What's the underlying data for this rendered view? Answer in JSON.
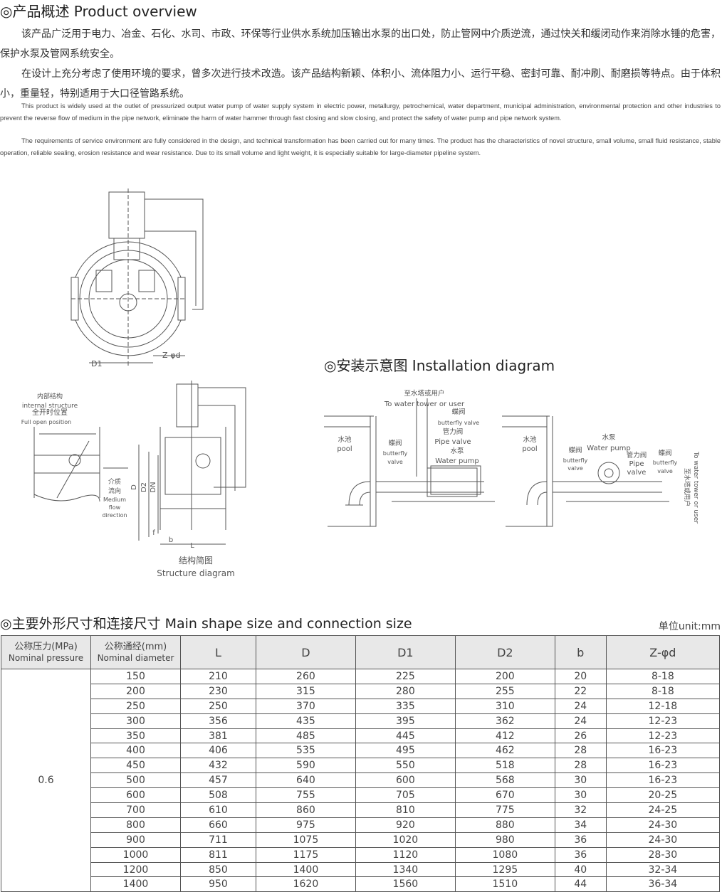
{
  "overview": {
    "title": "◎产品概述 Product overview",
    "cn": [
      "该产品广泛用于电力、冶金、石化、水司、市政、环保等行业供水系统加压输出水泵的出口处，防止管网中介质逆流，通过快关和缓闭动作来消除水锤的危害，保护水泵及管网系统安全。",
      "在设计上充分考虑了使用环境的要求，曾多次进行技术改造。该产品结构新颖、体积小、流体阻力小、运行平稳、密封可靠、耐冲刷、耐磨损等特点。由于体积小，重量轻，特别适用于大口径管路系统。"
    ],
    "en": [
      "This product is widely used at the outlet of pressurized output water pump of water supply system in electric power, metallurgy, petrochemical, water department, municipal administration, environmental protection and other industries to prevent the reverse flow of medium in the pipe network, eliminate the harm of water hammer through fast closing and slow closing, and protect the safety of water pump and pipe network system.",
      "The requirements of service environment are fully considered in the design, and technical transformation has been carried out for many times. The product has the characteristics of novel structure, small volume, small fluid resistance, stable operation, reliable sealing, erosion resistance and wear resistance. Due to its small volume and light weight, it is especially suitable for large-diameter pipeline system."
    ]
  },
  "front_view": {
    "d1": "D1",
    "zphid": "Z-φd"
  },
  "structure": {
    "internal_cn": "内部结构",
    "internal_en": "internal structure",
    "open_cn": "全开时位置",
    "open_en": "Full open position",
    "flow_cn1": "介质",
    "flow_cn2": "流向",
    "flow_en1": "Medium",
    "flow_en2": "flow",
    "flow_en3": "direction",
    "dim_d": "D",
    "dim_d2": "D2",
    "dim_dn": "DN",
    "dim_f": "f",
    "dim_b": "b",
    "dim_l": "L",
    "caption_cn": "结构简图",
    "caption_en": "Structure diagram"
  },
  "installation": {
    "title": "◎安装示意图 Installation diagram",
    "left": {
      "tower_cn": "至水塔或用户",
      "tower_en": "To water tower or user",
      "bv_top_cn": "蝶阀",
      "bv_top_en": "butterfly valve",
      "pv_cn": "管力阀",
      "pv_en": "Pipe valve",
      "pump_cn": "水泵",
      "pump_en": "Water pump",
      "bv_cn": "蝶阀",
      "bv_en1": "butterfly",
      "bv_en2": "valve",
      "pool_cn": "水池",
      "pool_en": "pool"
    },
    "right": {
      "pool_cn": "水池",
      "pool_en": "pool",
      "bv1_cn": "蝶阀",
      "bv1_en1": "butterfly",
      "bv1_en2": "valve",
      "pump_cn": "水泵",
      "pump_en": "Water pump",
      "pv_cn": "管力阀",
      "pv_en1": "Pipe",
      "pv_en2": "valve",
      "bv2_cn": "蝶阀",
      "bv2_en1": "butterfly",
      "bv2_en2": "valve",
      "tower_cn": "至水塔或用户",
      "tower_en": "To water tower or user"
    }
  },
  "dimensions": {
    "title": "◎主要外形尺寸和连接尺寸 Main shape size and connection size",
    "unit": "单位unit:mm",
    "headers": [
      {
        "cn": "公称压力(MPa)",
        "en": "Nominal pressure"
      },
      {
        "cn": "公称通经(mm)",
        "en": "Nominal diameter"
      },
      {
        "cn": "L"
      },
      {
        "cn": "D"
      },
      {
        "cn": "D1"
      },
      {
        "cn": "D2"
      },
      {
        "cn": "b"
      },
      {
        "cn": "Z-φd"
      }
    ],
    "pressure": "0.6",
    "rows": [
      [
        "150",
        "210",
        "260",
        "225",
        "200",
        "20",
        "8-18"
      ],
      [
        "200",
        "230",
        "315",
        "280",
        "255",
        "22",
        "8-18"
      ],
      [
        "250",
        "250",
        "370",
        "335",
        "310",
        "24",
        "12-18"
      ],
      [
        "300",
        "356",
        "435",
        "395",
        "362",
        "24",
        "12-23"
      ],
      [
        "350",
        "381",
        "485",
        "445",
        "412",
        "26",
        "12-23"
      ],
      [
        "400",
        "406",
        "535",
        "495",
        "462",
        "28",
        "16-23"
      ],
      [
        "450",
        "432",
        "590",
        "550",
        "518",
        "28",
        "16-23"
      ],
      [
        "500",
        "457",
        "640",
        "600",
        "568",
        "30",
        "16-23"
      ],
      [
        "600",
        "508",
        "755",
        "705",
        "670",
        "30",
        "20-25"
      ],
      [
        "700",
        "610",
        "860",
        "810",
        "775",
        "32",
        "24-25"
      ],
      [
        "800",
        "660",
        "975",
        "920",
        "880",
        "34",
        "24-30"
      ],
      [
        "900",
        "711",
        "1075",
        "1020",
        "980",
        "36",
        "24-30"
      ],
      [
        "1000",
        "811",
        "1175",
        "1120",
        "1080",
        "36",
        "28-30"
      ],
      [
        "1200",
        "850",
        "1400",
        "1340",
        "1295",
        "40",
        "32-34"
      ],
      [
        "1400",
        "950",
        "1620",
        "1560",
        "1510",
        "44",
        "36-34"
      ]
    ]
  }
}
